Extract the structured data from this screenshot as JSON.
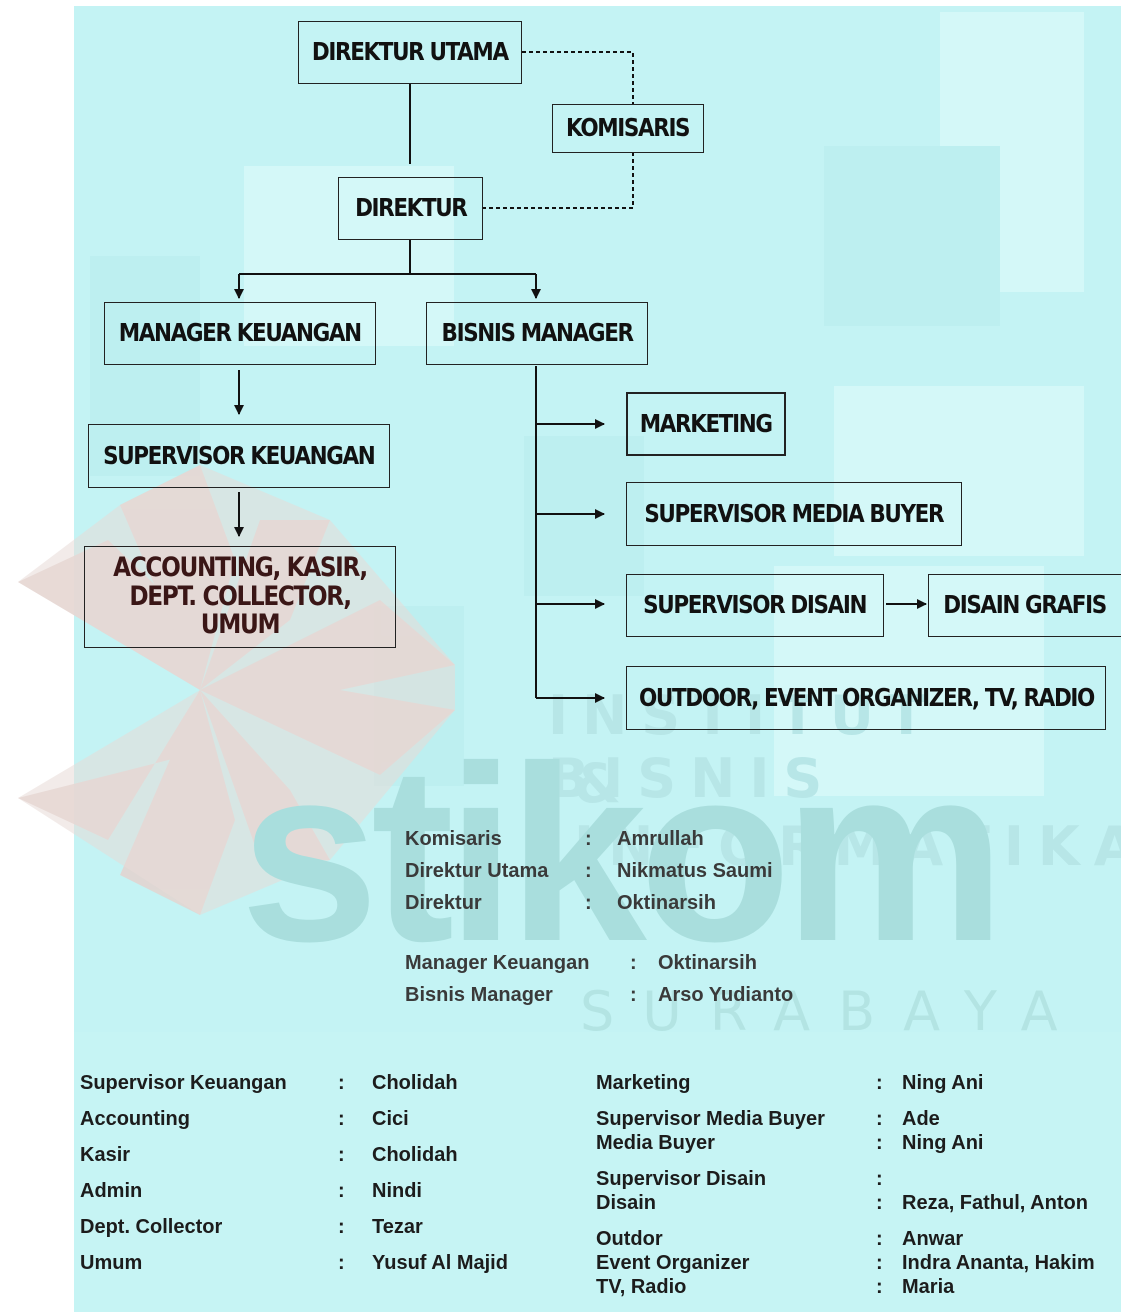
{
  "org_chart": {
    "direktur_utama": "DIREKTUR UTAMA",
    "komisaris": "KOMISARIS",
    "direktur": "DIREKTUR",
    "manager_keuangan": "MANAGER KEUANGAN",
    "bisnis_manager": "BISNIS MANAGER",
    "supervisor_keuangan": "SUPERVISOR KEUANGAN",
    "accounting_group": "ACCOUNTING, KASIR, DEPT. COLLECTOR, UMUM",
    "marketing": "MARKETING",
    "supervisor_media_buyer": "SUPERVISOR MEDIA BUYER",
    "supervisor_disain": "SUPERVISOR DISAIN",
    "disain_grafis": "DISAIN GRAFIS",
    "outdoor_group": "OUTDOOR, EVENT ORGANIZER, TV, RADIO"
  },
  "watermark": {
    "line1": "INSTITUT BISNIS",
    "line2": "& INFORMATIKA",
    "brand": "stikom",
    "city": "SURABAYA"
  },
  "officers_top": [
    {
      "role": "Komisaris",
      "sep": ":",
      "name": "Amrullah"
    },
    {
      "role": "Direktur Utama",
      "sep": ":",
      "name": "Nikmatus Saumi"
    },
    {
      "role": "Direktur",
      "sep": ":",
      "name": "Oktinarsih"
    }
  ],
  "officers_mid": [
    {
      "role": "Manager Keuangan",
      "sep": ":",
      "name": "Oktinarsih"
    },
    {
      "role": "Bisnis Manager",
      "sep": ":",
      "name": "Arso Yudianto"
    }
  ],
  "staff_left": [
    {
      "role": "Supervisor Keuangan",
      "sep": ":",
      "name": "Cholidah"
    },
    {
      "role": "Accounting",
      "sep": ":",
      "name": "Cici"
    },
    {
      "role": "Kasir",
      "sep": ":",
      "name": "Cholidah"
    },
    {
      "role": "Admin",
      "sep": ":",
      "name": "Nindi"
    },
    {
      "role": "Dept. Collector",
      "sep": ":",
      "name": "Tezar"
    },
    {
      "role": "Umum",
      "sep": ":",
      "name": "Yusuf Al Majid"
    }
  ],
  "staff_right": [
    {
      "role": "Marketing",
      "sep": ":",
      "name": "Ning Ani"
    },
    {
      "role": "Supervisor Media Buyer",
      "sep": ":",
      "name": "Ade"
    },
    {
      "role": "Media Buyer",
      "sep": ":",
      "name": "Ning Ani"
    },
    {
      "role": "Supervisor Disain",
      "sep": ":",
      "name": ""
    },
    {
      "role": "Disain",
      "sep": ":",
      "name": "Reza, Fathul, Anton"
    },
    {
      "role": "Outdor",
      "sep": ":",
      "name": "Anwar"
    },
    {
      "role": "Event Organizer",
      "sep": ":",
      "name": "Indra Ananta, Hakim"
    },
    {
      "role": "TV, Radio",
      "sep": ":",
      "name": "Maria"
    }
  ]
}
